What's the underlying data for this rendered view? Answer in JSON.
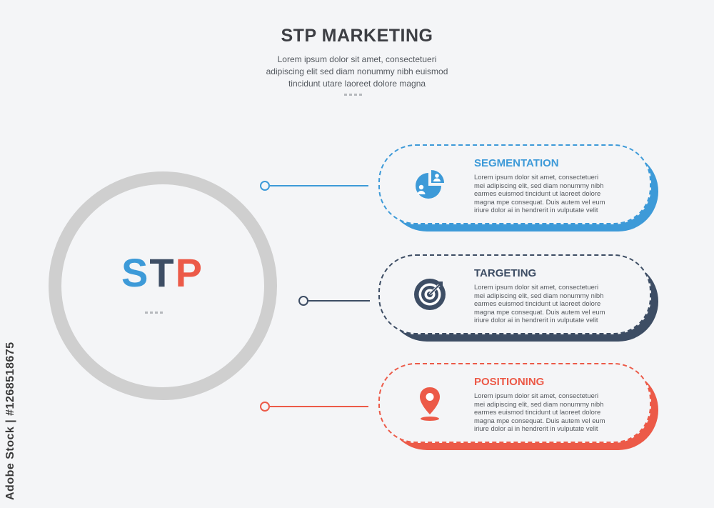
{
  "header": {
    "title": "STP MARKETING",
    "subtitle_lines": [
      "Lorem ipsum dolor sit amet, consectetueri",
      "adipiscing elit sed diam nonummy nibh euismod",
      "tincidunt utare laoreet dolore magna"
    ]
  },
  "center": {
    "letters": [
      "S",
      "T",
      "P"
    ]
  },
  "colors": {
    "blue": "#3d9ad8",
    "navy": "#3d4d64",
    "red": "#ec5a48",
    "ring": "#cfcfcf"
  },
  "cards": [
    {
      "title": "SEGMENTATION",
      "icon": "pie-chart-users-icon",
      "color": "#3d9ad8",
      "body_lines": [
        "Lorem ipsum dolor sit amet, consectetueri",
        "mei adipiscing elit, sed diam nonummy nibh",
        "earmes euismod tincidunt ut laoreet dolore",
        "magna mpe  consequat. Duis autem vel eum",
        "iriure dolor ai in hendrerit in vulputate velit"
      ]
    },
    {
      "title": "TARGETING",
      "icon": "target-icon",
      "color": "#3d4d64",
      "body_lines": [
        "Lorem ipsum dolor sit amet, consectetueri",
        "mei adipiscing elit, sed diam nonummy nibh",
        "earmes euismod tincidunt ut laoreet dolore",
        "magna mpe  consequat. Duis autem vel eum",
        "iriure dolor ai in hendrerit in vulputate velit"
      ]
    },
    {
      "title": "POSITIONING",
      "icon": "location-pin-icon",
      "color": "#ec5a48",
      "body_lines": [
        "Lorem ipsum dolor sit amet, consectetueri",
        "mei adipiscing elit, sed diam nonummy nibh",
        "earmes euismod tincidunt ut laoreet dolore",
        "magna mpe  consequat. Duis autem vel eum",
        "iriure dolor ai in hendrerit in vulputate velit"
      ]
    }
  ],
  "watermark": "Adobe Stock | #1268518675"
}
